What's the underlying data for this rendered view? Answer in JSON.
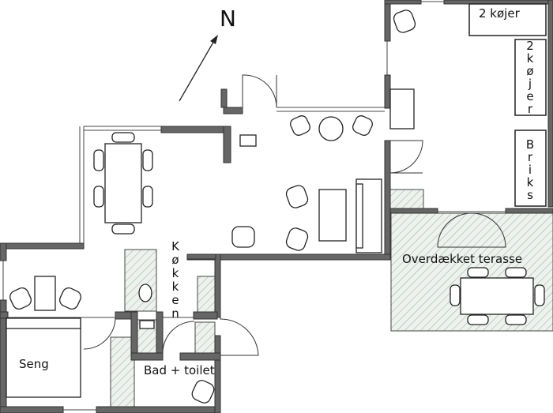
{
  "labels": {
    "north": "N",
    "bunks_top": "2 køjer",
    "bunks_side": [
      "2",
      "k",
      "ø",
      "j",
      "e",
      "r"
    ],
    "briks": [
      "B",
      "r",
      "i",
      "k",
      "s"
    ],
    "kitchen": [
      "K",
      "ø",
      "k",
      "k",
      "e",
      "n"
    ],
    "terrace": "Overdækket terasse",
    "bed": "Seng",
    "bath": "Bad + toilet"
  },
  "colors": {
    "wall": "#666666",
    "line": "#333333",
    "hatch": "#9aa79a",
    "hatch_bg": "#eef2ee"
  }
}
